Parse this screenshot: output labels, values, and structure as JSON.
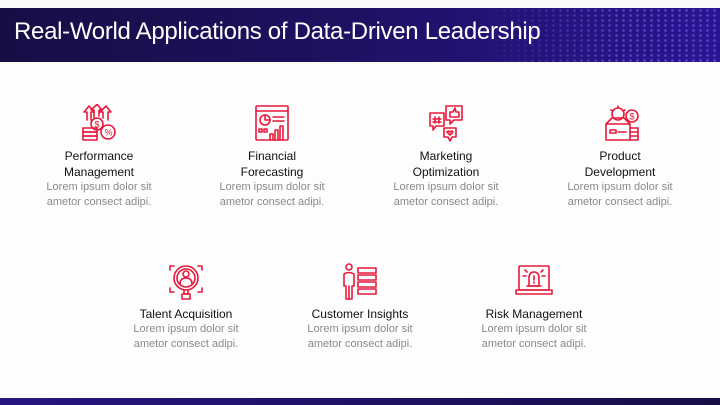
{
  "slide": {
    "title": "Real-World Applications of Data-Driven Leadership",
    "accent_color": "#e8193c",
    "header_color": "#1d1160"
  },
  "items": [
    {
      "icon": "growth-money-icon",
      "name": "Performance\nManagement",
      "name_line1": "Performance",
      "name_line2": "Management",
      "desc_line1": "Lorem ipsum dolor sit",
      "desc_line2": "ametor consect adipi."
    },
    {
      "icon": "dashboard-chart-icon",
      "name_line1": "Financial",
      "name_line2": "Forecasting",
      "desc_line1": "Lorem ipsum dolor sit",
      "desc_line2": "ametor consect adipi."
    },
    {
      "icon": "social-bubbles-icon",
      "name_line1": "Marketing",
      "name_line2": "Optimization",
      "desc_line1": "Lorem ipsum dolor sit",
      "desc_line2": "ametor consect adipi."
    },
    {
      "icon": "product-box-gear-icon",
      "name_line1": "Product",
      "name_line2": "Development",
      "desc_line1": "Lorem ipsum dolor sit",
      "desc_line2": "ametor consect adipi."
    },
    {
      "icon": "person-search-icon",
      "name_line1": "Talent Acquisition",
      "desc_line1": "Lorem ipsum dolor sit",
      "desc_line2": "ametor consect adipi."
    },
    {
      "icon": "person-list-icon",
      "name_line1": "Customer Insights",
      "desc_line1": "Lorem ipsum dolor sit",
      "desc_line2": "ametor consect adipi."
    },
    {
      "icon": "laptop-alert-icon",
      "name_line1": "Risk Management",
      "desc_line1": "Lorem ipsum dolor sit",
      "desc_line2": "ametor consect adipi."
    }
  ]
}
